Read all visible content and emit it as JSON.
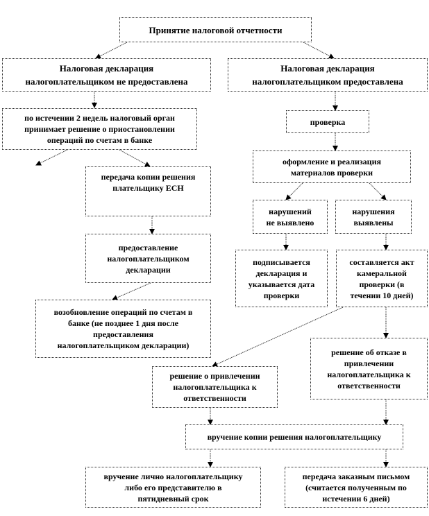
{
  "diagram": {
    "title": "Принятие налоговой отчетности",
    "not_submitted": "Налоговая декларация\nналогоплательщиком не предоставлена",
    "submitted": "Налоговая декларация\nналогоплательщиком предоставлена",
    "suspension": "по истечении 2 недель налоговый орган\nпринимает решение о приостановлении\nопераций по счетам в банке",
    "copy_transfer": "передача копии решения\nплательщику ЕСН",
    "submission": "предоставление\nналогоплательщиком\nдекларации",
    "resumption": "возобновление операций по счетам в\nбанке (не позднее 1 дня после\nпредоставления\nналогоплательщиком декларации)",
    "check": "проверка",
    "processing": "оформление и реализация\nматериалов проверки",
    "no_violations": "нарушений\nне выявлено",
    "violations": "нарушения\nвыявлены",
    "signed": "подписывается\nдекларация и\nуказывается дата\nпроверки",
    "act": "составляется акт\nкамеральной\nпроверки (в\nтечении 10 дней)",
    "refusal": "решение об отказе в\nпривлечении\nналогоплательщика к\nответственности",
    "liability": "решение о привлечении\nналогоплательщика к\nответственности",
    "delivery": "вручение копии решения налогоплательщику",
    "in_person": "вручение лично налогоплательщику\nлибо его представителю в\nпятидневный срок",
    "by_mail": "передача заказным письмом\n(считается полученным по\nистечении 6 дней)"
  }
}
